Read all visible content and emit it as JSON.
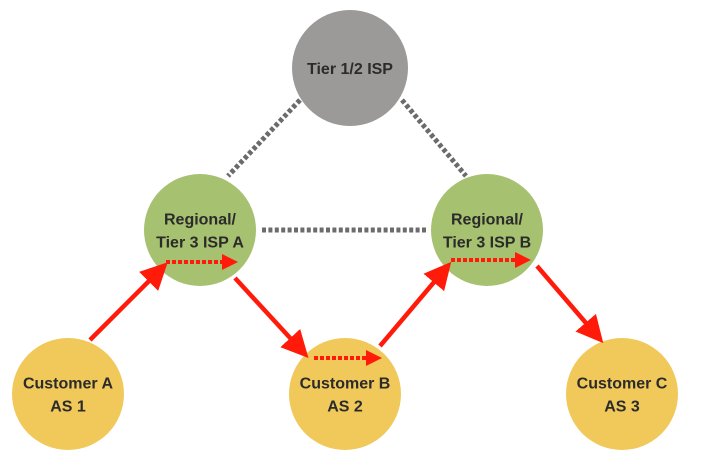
{
  "colors": {
    "tier12": "#9c9a99",
    "regional": "#a6c170",
    "customer": "#f0c95a",
    "peering_line": "#6b6b6b",
    "route_arrow": "#ff1a0a",
    "label_text": "#2b2b2b"
  },
  "nodes": [
    {
      "id": "tier12",
      "name": "node-tier-1-2-isp",
      "kind": "tier12",
      "lines": [
        "Tier 1/2 ISP"
      ]
    },
    {
      "id": "ispA",
      "name": "node-regional-isp-a",
      "kind": "regional",
      "lines": [
        "Regional/",
        "Tier 3 ISP A"
      ]
    },
    {
      "id": "ispB",
      "name": "node-regional-isp-b",
      "kind": "regional",
      "lines": [
        "Regional/",
        "Tier 3 ISP B"
      ]
    },
    {
      "id": "custA",
      "name": "node-customer-a",
      "kind": "customer",
      "lines": [
        "Customer A",
        "AS 1"
      ]
    },
    {
      "id": "custB",
      "name": "node-customer-b",
      "kind": "customer",
      "lines": [
        "Customer B",
        "AS 2"
      ]
    },
    {
      "id": "custC",
      "name": "node-customer-c",
      "kind": "customer",
      "lines": [
        "Customer C",
        "AS 3"
      ]
    }
  ],
  "edges": [
    {
      "name": "peering-link-tier12-ispa",
      "from": "tier12",
      "to": "ispA",
      "style": "dotted-gray"
    },
    {
      "name": "peering-link-tier12-ispb",
      "from": "tier12",
      "to": "ispB",
      "style": "dotted-gray"
    },
    {
      "name": "peering-link-ispa-ispb",
      "from": "ispA",
      "to": "ispB",
      "style": "dotted-gray"
    },
    {
      "name": "route-arrow-custa-to-ispa",
      "from": "custA",
      "to": "ispA",
      "style": "solid-red-arrow"
    },
    {
      "name": "route-arrow-ispa-to-custb",
      "from": "ispA",
      "to": "custB",
      "style": "solid-red-arrow"
    },
    {
      "name": "route-arrow-custb-to-ispb",
      "from": "custB",
      "to": "ispB",
      "style": "solid-red-arrow"
    },
    {
      "name": "route-arrow-ispb-to-custc",
      "from": "ispB",
      "to": "custC",
      "style": "solid-red-arrow"
    }
  ],
  "transit_arrows": [
    {
      "name": "transit-arrow-in-ispa",
      "node": "ispA",
      "style": "dotted-red-arrow"
    },
    {
      "name": "transit-arrow-in-custb",
      "node": "custB",
      "style": "dotted-red-arrow"
    },
    {
      "name": "transit-arrow-in-ispb",
      "node": "ispB",
      "style": "dotted-red-arrow"
    }
  ]
}
